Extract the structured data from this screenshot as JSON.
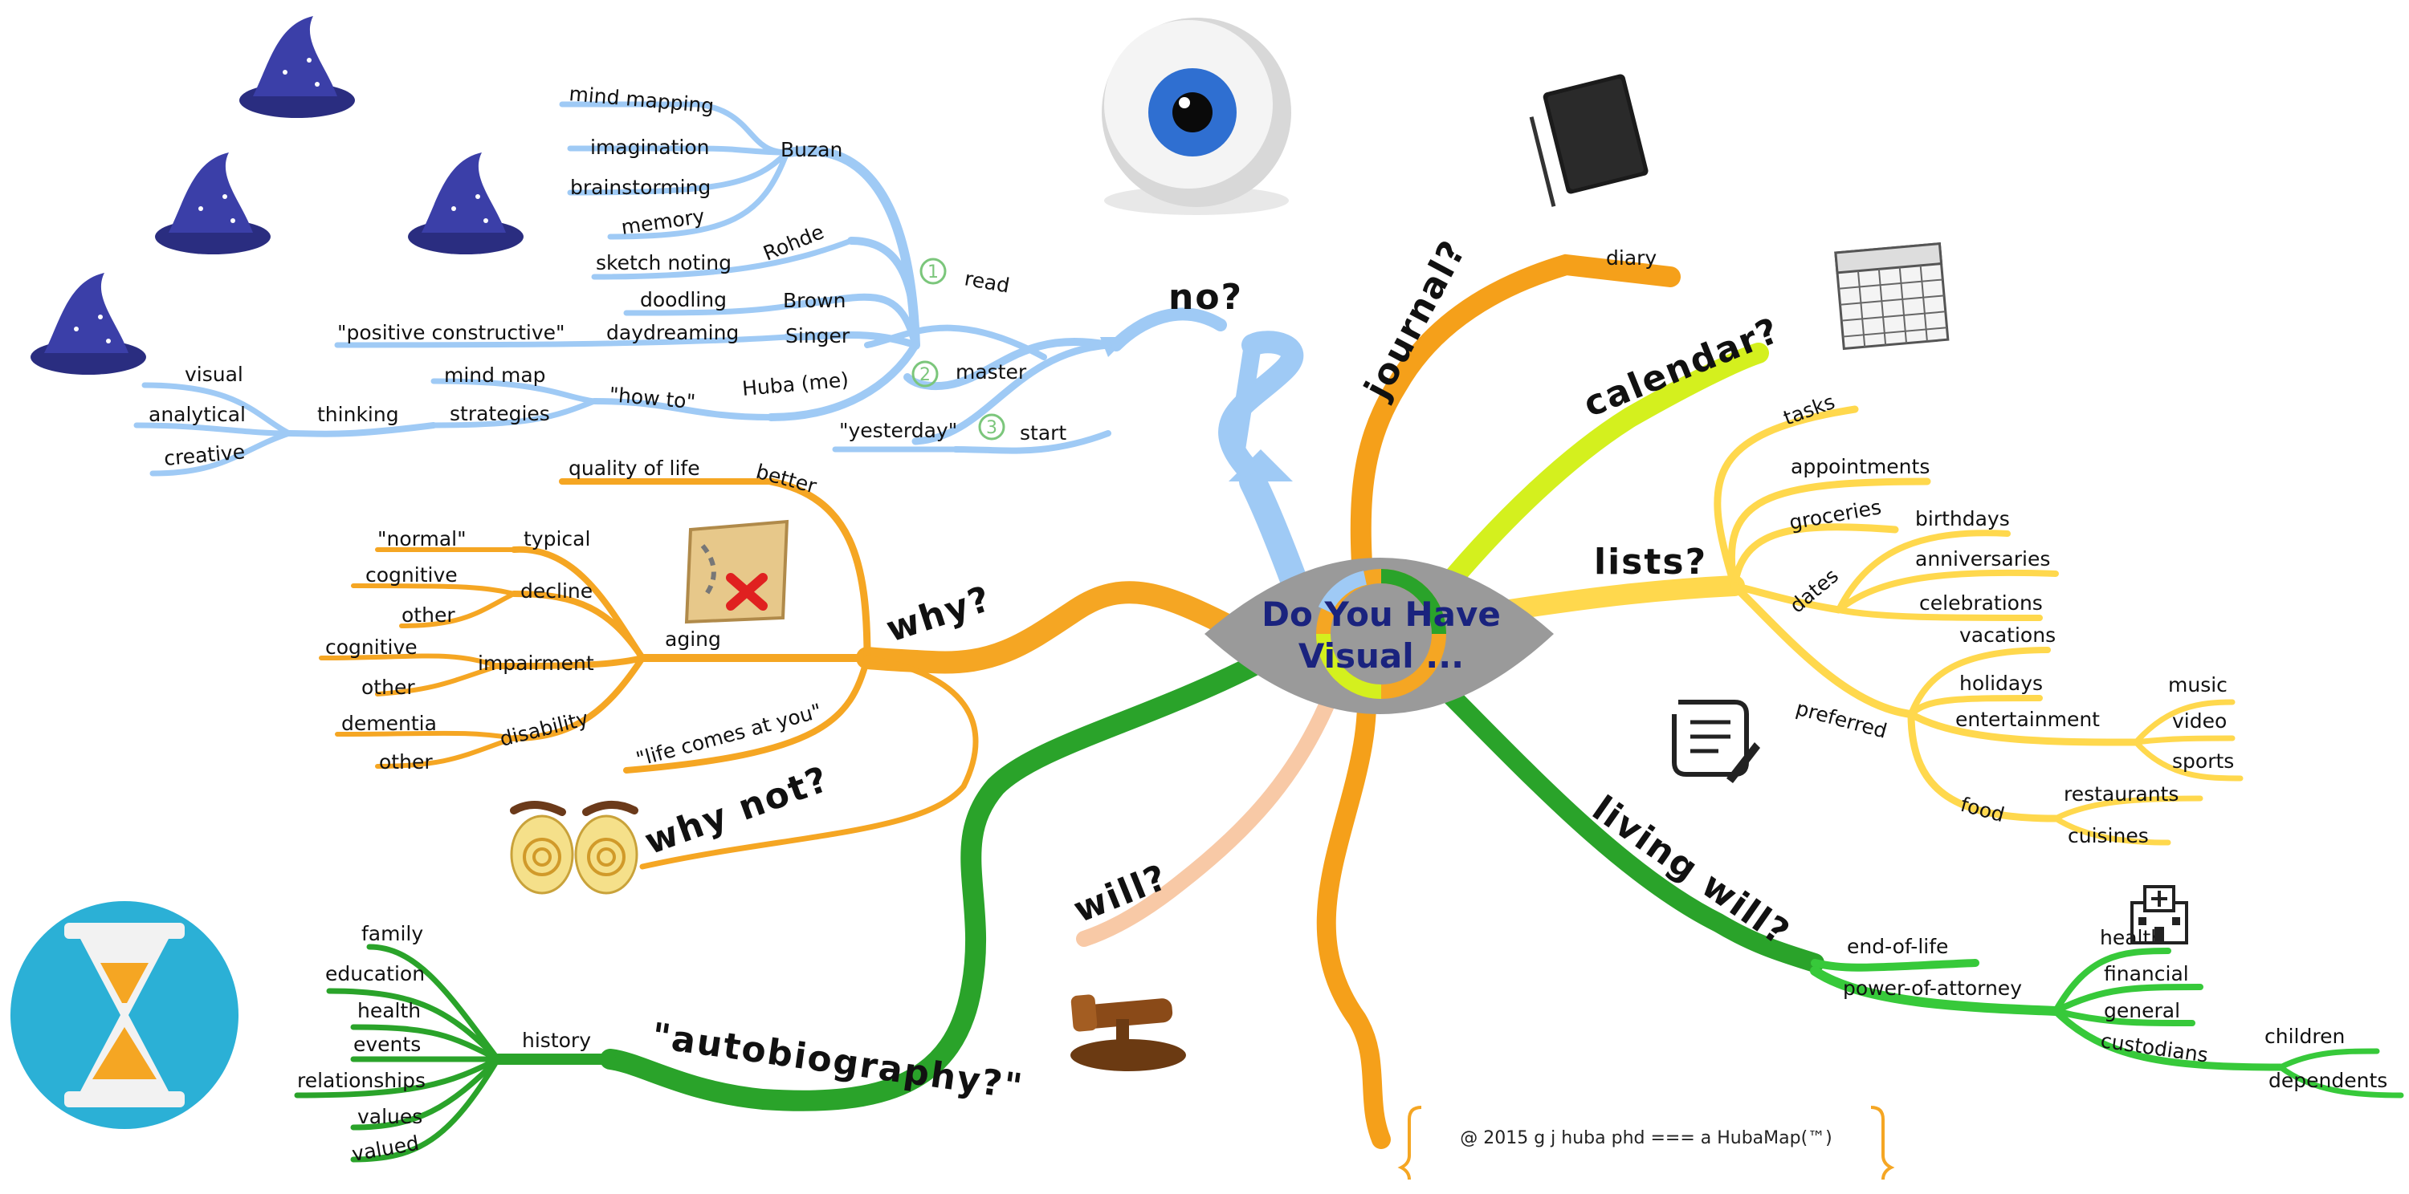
{
  "center": {
    "line1": "Do You Have",
    "line2": "Visual ..."
  },
  "colors": {
    "blue": "#9fcaf5",
    "orange": "#f5a623",
    "darkorange": "#f5a01a",
    "yellow": "#ffd84d",
    "lime": "#d4f01e",
    "green": "#2aa32a",
    "lightgreen": "#37c93a",
    "peach": "#f8c9a6",
    "eye_grey": "#9a9a9a",
    "title": "#1a237e"
  },
  "main_branches": {
    "journal": "journal?",
    "calendar": "calendar?",
    "lists": "lists?",
    "living_will": "living will?",
    "will": "will?",
    "autobiography": "\"autobiography?\"",
    "why": "why?",
    "why_not": "why not?",
    "no": "no?"
  },
  "journal": {
    "diary": "diary"
  },
  "lists": {
    "tasks": "tasks",
    "appointments": "appointments",
    "groceries": "groceries",
    "dates": "dates",
    "birthdays": "birthdays",
    "anniversaries": "anniversaries",
    "celebrations": "celebrations",
    "preferred": "preferred",
    "vacations": "vacations",
    "holidays": "holidays",
    "entertainment": "entertainment",
    "music": "music",
    "video": "video",
    "sports": "sports",
    "food": "food",
    "restaurants": "restaurants",
    "cuisines": "cuisines"
  },
  "living_will": {
    "end_of_life": "end-of-life",
    "power_of_attorney": "power-of-attorney",
    "health": "health",
    "financial": "financial",
    "general": "general",
    "custodians": "custodians",
    "children": "children",
    "dependents": "dependents"
  },
  "autobiography": {
    "history": "history",
    "family": "family",
    "education": "education",
    "health": "health",
    "events": "events",
    "relationships": "relationships",
    "values": "values",
    "valued": "valued"
  },
  "why": {
    "better": "better",
    "quality_of_life": "quality of life",
    "aging": "aging",
    "typical": "typical",
    "normal": "\"normal\"",
    "decline": "decline",
    "cognitive1": "cognitive",
    "other1": "other",
    "impairment": "impairment",
    "cognitive2": "cognitive",
    "other2": "other",
    "disability": "disability",
    "dementia": "dementia",
    "other3": "other",
    "life_comes": "\"life comes at you\""
  },
  "no": {
    "read": "read",
    "master": "master",
    "start": "start",
    "yesterday": "\"yesterday\"",
    "buzan": "Buzan",
    "mind_mapping": "mind mapping",
    "imagination": "imagination",
    "brainstorming": "brainstorming",
    "memory": "memory",
    "rohde": "Rohde",
    "sketch_noting": "sketch noting",
    "brown": "Brown",
    "doodling": "doodling",
    "singer": "Singer",
    "positive": "\"positive constructive\"",
    "daydreaming": "daydreaming",
    "huba": "Huba (me)",
    "how_to": "\"how to\"",
    "mind_map": "mind map",
    "strategies": "strategies",
    "thinking": "thinking",
    "visual": "visual",
    "analytical": "analytical",
    "creative": "creative",
    "num1": "1",
    "num2": "2",
    "num3": "3"
  },
  "credit": "@ 2015 g j huba phd === a HubaMap(™)",
  "icons": [
    "wizard-hat-icon",
    "eyeball-icon",
    "notebook-icon",
    "calendar-sketch-icon",
    "treasure-map-icon",
    "hypnotic-eyes-icon",
    "scroll-quill-icon",
    "hospital-icon",
    "gavel-icon",
    "hourglass-icon"
  ]
}
